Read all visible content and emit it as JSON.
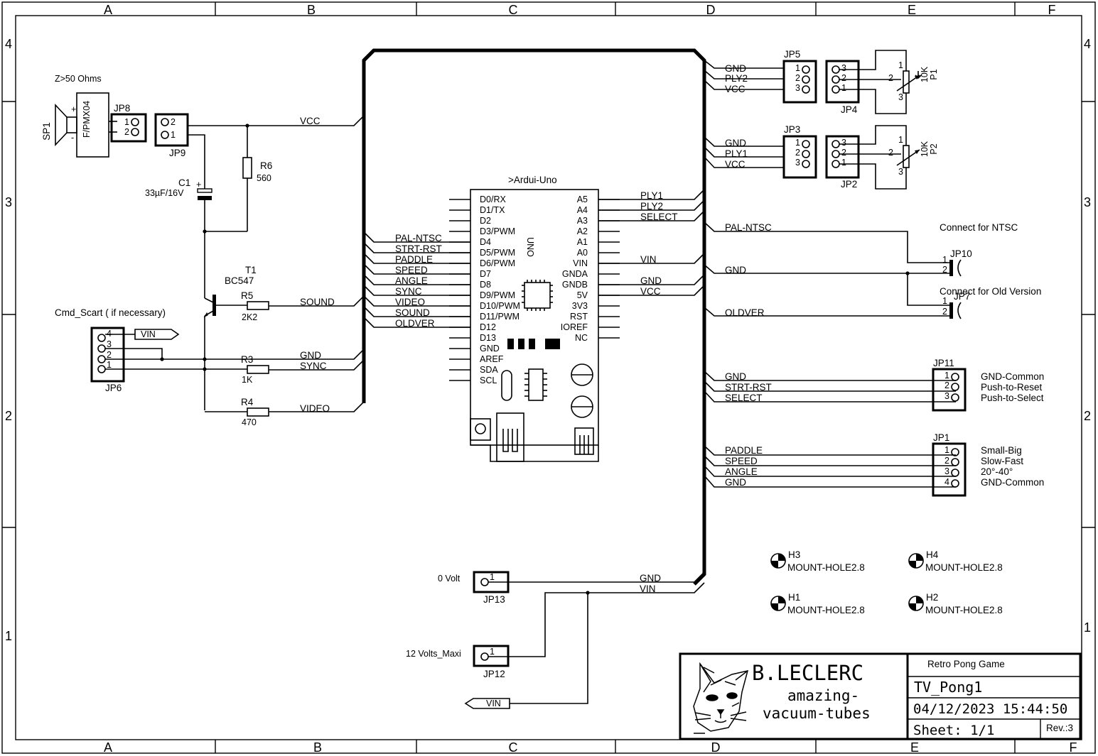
{
  "frame": {
    "columns": [
      "A",
      "B",
      "C",
      "D",
      "E",
      "F"
    ],
    "rows": [
      "4",
      "3",
      "2",
      "1"
    ]
  },
  "speaker": {
    "impedance_note": "Z>50 Ohms",
    "name": "SP1",
    "value": "F/PMX04",
    "plus": "+",
    "minus": "-"
  },
  "jp8": {
    "name": "JP8",
    "pins": [
      "1",
      "2"
    ]
  },
  "jp9": {
    "name": "JP9",
    "pins": [
      "2",
      "1"
    ]
  },
  "c1": {
    "name": "C1",
    "value": "33µF/16V",
    "plus": "+"
  },
  "r6": {
    "name": "R6",
    "value": "560"
  },
  "t1": {
    "name": "T1",
    "value": "BC547"
  },
  "r5": {
    "name": "R5",
    "value": "2K2"
  },
  "r3": {
    "name": "R3",
    "value": "1K"
  },
  "r4": {
    "name": "R4",
    "value": "470"
  },
  "jp6": {
    "name": "JP6",
    "title": "Cmd_Scart ( if necessary)",
    "pins": [
      "4",
      "3",
      "2",
      "1"
    ]
  },
  "left_nets": {
    "vcc": "VCC",
    "sound": "SOUND",
    "gnd": "GND",
    "sync": "SYNC",
    "video": "VIDEO",
    "vin": "VIN"
  },
  "arduino": {
    "title": ">Ardui-Uno",
    "board_label": "UNO",
    "left_pins": [
      "D0/RX",
      "D1/TX",
      "D2",
      "D3/PWM",
      "D4",
      "D5/PWM",
      "D6/PWM",
      "D7",
      "D8",
      "D9/PWM",
      "D10/PWM",
      "D11/PWM",
      "D12",
      "D13",
      "GND",
      "AREF",
      "SDA",
      "SCL"
    ],
    "right_pins": [
      "A5",
      "A4",
      "A3",
      "A2",
      "A1",
      "A0",
      "VIN",
      "GNDA",
      "GNDB",
      "5V",
      "3V3",
      "RST",
      "IOREF",
      "NC"
    ]
  },
  "arduino_left_nets": [
    "PAL-NTSC",
    "STRT-RST",
    "PADDLE",
    "SPEED",
    "ANGLE",
    "SYNC",
    "VIDEO",
    "SOUND",
    "OLDVER"
  ],
  "arduino_right_nets": [
    "PLY1",
    "PLY2",
    "SELECT",
    "VIN",
    "GND",
    "VCC"
  ],
  "jp13": {
    "name": "JP13",
    "label": "0 Volt",
    "pin": "1"
  },
  "jp12": {
    "name": "JP12",
    "label": "12 Volts_Maxi",
    "pin": "1"
  },
  "bottom_nets": {
    "gnd": "GND",
    "vin": "VIN",
    "vin_flag": "VIN"
  },
  "jp5": {
    "name": "JP5",
    "pins": [
      "1",
      "2",
      "3"
    ],
    "nets": [
      "GND",
      "PLY2",
      "VCC"
    ]
  },
  "jp4": {
    "name": "JP4",
    "pins": [
      "3",
      "2",
      "1"
    ]
  },
  "p1": {
    "name": "P1",
    "value": "10K",
    "pins": [
      "1",
      "2",
      "3"
    ]
  },
  "jp3": {
    "name": "JP3",
    "pins": [
      "1",
      "2",
      "3"
    ],
    "nets": [
      "GND",
      "PLY1",
      "VCC"
    ]
  },
  "jp2": {
    "name": "JP2",
    "pins": [
      "3",
      "2",
      "1"
    ]
  },
  "p2": {
    "name": "P2",
    "value": "10K",
    "pins": [
      "1",
      "2",
      "3"
    ]
  },
  "jp10": {
    "name": "JP10",
    "note": "Connect for NTSC",
    "pins": [
      "1",
      "2"
    ],
    "nets": [
      "PAL-NTSC",
      "GND"
    ]
  },
  "jp7": {
    "name": "JP7",
    "note": "Connect for Old Version",
    "pins": [
      "1",
      "2"
    ],
    "nets": [
      "OLDVER"
    ]
  },
  "jp11": {
    "name": "JP11",
    "pins": [
      "1",
      "2",
      "3"
    ],
    "nets": [
      "GND",
      "STRT-RST",
      "SELECT"
    ],
    "notes": [
      "GND-Common",
      "Push-to-Reset",
      "Push-to-Select"
    ]
  },
  "jp1": {
    "name": "JP1",
    "pins": [
      "1",
      "2",
      "3",
      "4"
    ],
    "nets": [
      "PADDLE",
      "SPEED",
      "ANGLE",
      "GND"
    ],
    "notes": [
      "Small-Big",
      "Slow-Fast",
      "20°-40°",
      "GND-Common"
    ]
  },
  "holes": [
    {
      "name": "H3",
      "value": "MOUNT-HOLE2.8"
    },
    {
      "name": "H4",
      "value": "MOUNT-HOLE2.8"
    },
    {
      "name": "H1",
      "value": "MOUNT-HOLE2.8"
    },
    {
      "name": "H2",
      "value": "MOUNT-HOLE2.8"
    }
  ],
  "title_block": {
    "author": "B.LECLERC",
    "tagline1": "amazing-",
    "tagline2": "vacuum-tubes",
    "project": "Retro Pong Game",
    "drawing": "TV_Pong1",
    "datetime": "04/12/2023 15:44:50",
    "sheet": "Sheet: 1/1",
    "rev": "Rev.:3"
  }
}
